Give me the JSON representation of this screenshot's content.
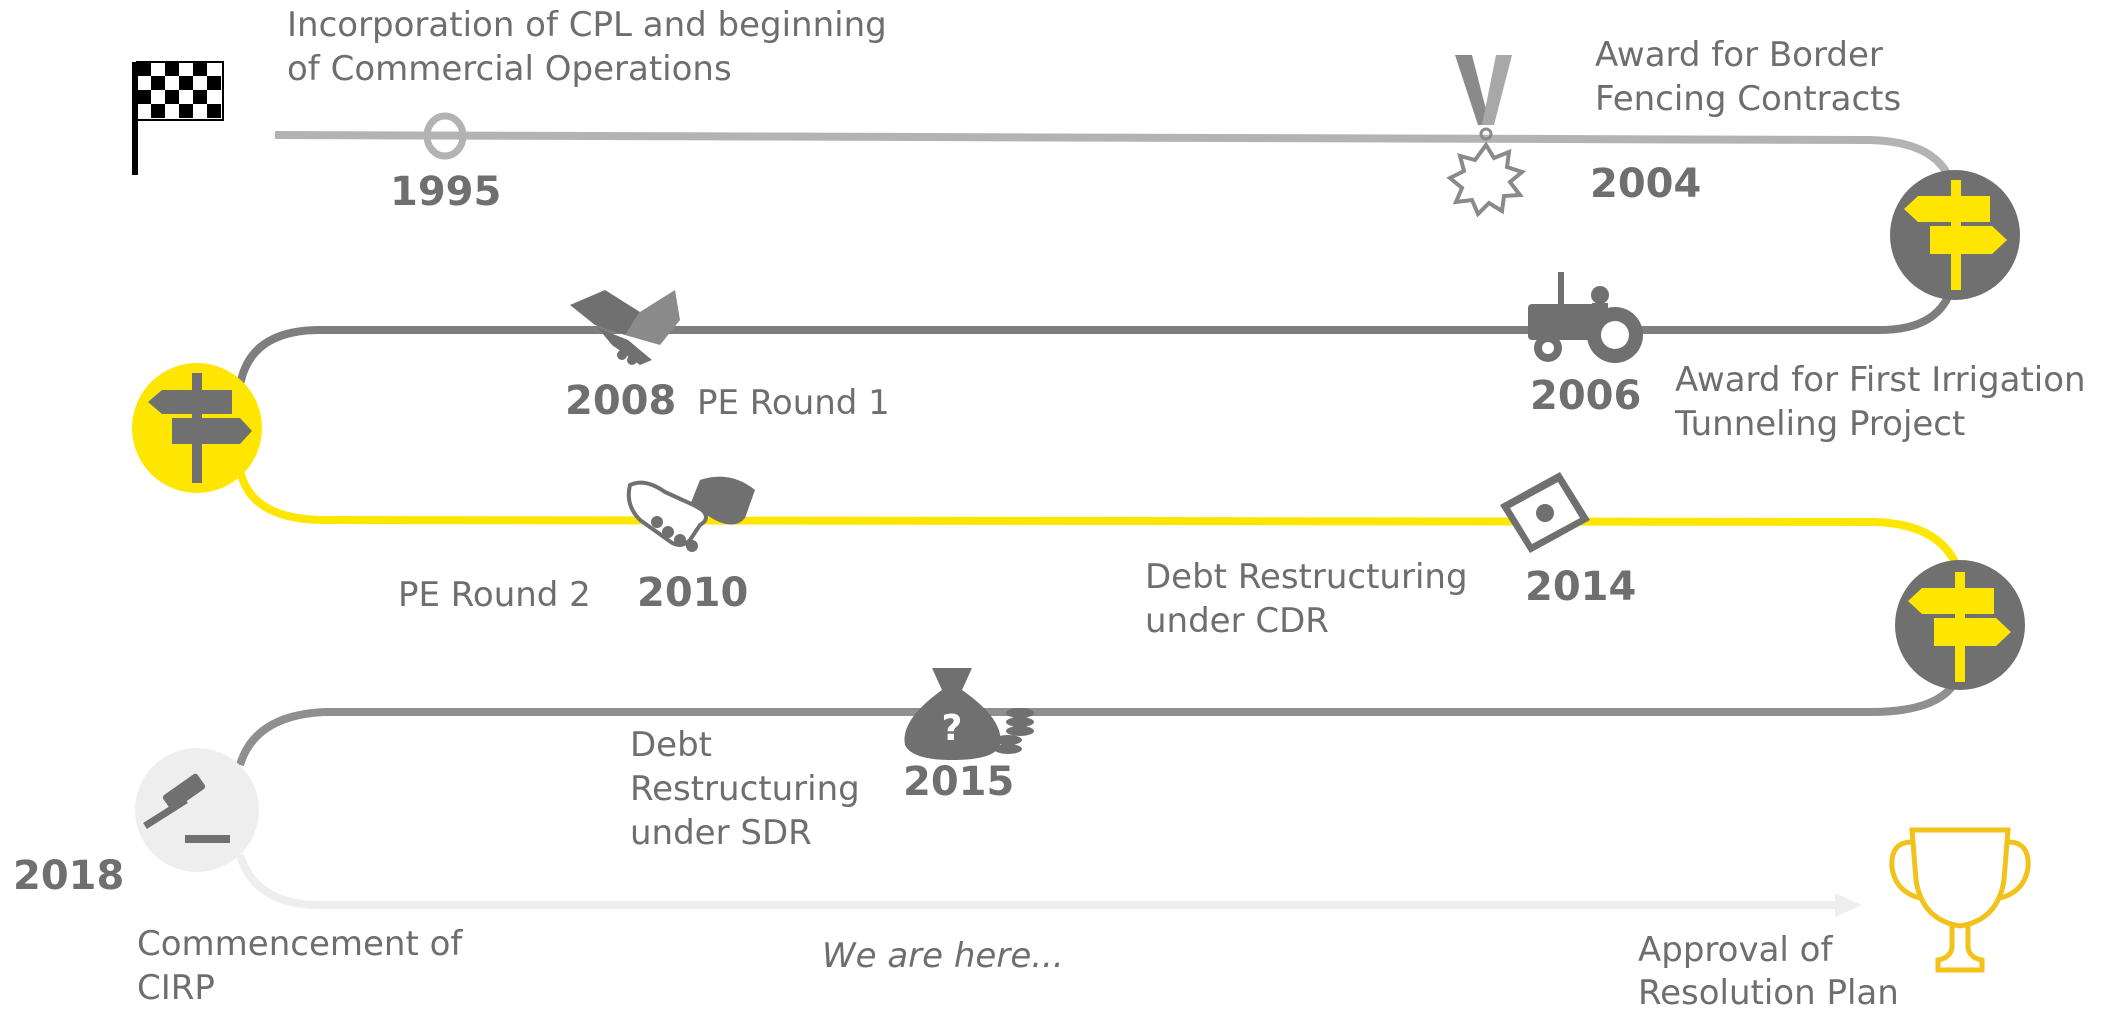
{
  "colors": {
    "light_gray": "#b3b3b3",
    "mid_gray": "#7e7e7e",
    "dark_gray": "#6a6a6a",
    "yellow": "#ffe600",
    "very_light_gray": "#eeeeee",
    "text_gray": "#6e6e6e"
  },
  "milestones": {
    "m1995": {
      "year": "1995",
      "caption_line1": "Incorporation of CPL and beginning",
      "caption_line2": "of Commercial Operations",
      "icon": "checkered-flag-icon"
    },
    "m2004": {
      "year": "2004",
      "caption_line1": "Award for Border",
      "caption_line2": "Fencing Contracts",
      "icon": "medal-icon"
    },
    "m2006": {
      "year": "2006",
      "caption_line1": "Award for First Irrigation",
      "caption_line2": "Tunneling Project",
      "icon": "tractor-icon"
    },
    "m2008": {
      "year": "2008",
      "caption": "PE Round 1",
      "icon": "handshake-icon"
    },
    "m2010": {
      "year": "2010",
      "caption": "PE Round 2",
      "icon": "handshake-icon"
    },
    "m2014": {
      "year": "2014",
      "caption_line1": "Debt Restructuring",
      "caption_line2": "under CDR",
      "icon": "money-icon"
    },
    "m2015": {
      "year": "2015",
      "caption_line1": "Debt",
      "caption_line2": "Restructuring",
      "caption_line3": "under SDR",
      "icon": "money-bag-icon"
    },
    "m2018": {
      "year": "2018",
      "caption_line1": "Commencement of",
      "caption_line2": "CIRP",
      "icon": "gavel-icon"
    },
    "current": {
      "caption": "We are here..."
    },
    "goal": {
      "caption_line1": "Approval of",
      "caption_line2": "Resolution Plan",
      "icon": "trophy-icon"
    }
  }
}
